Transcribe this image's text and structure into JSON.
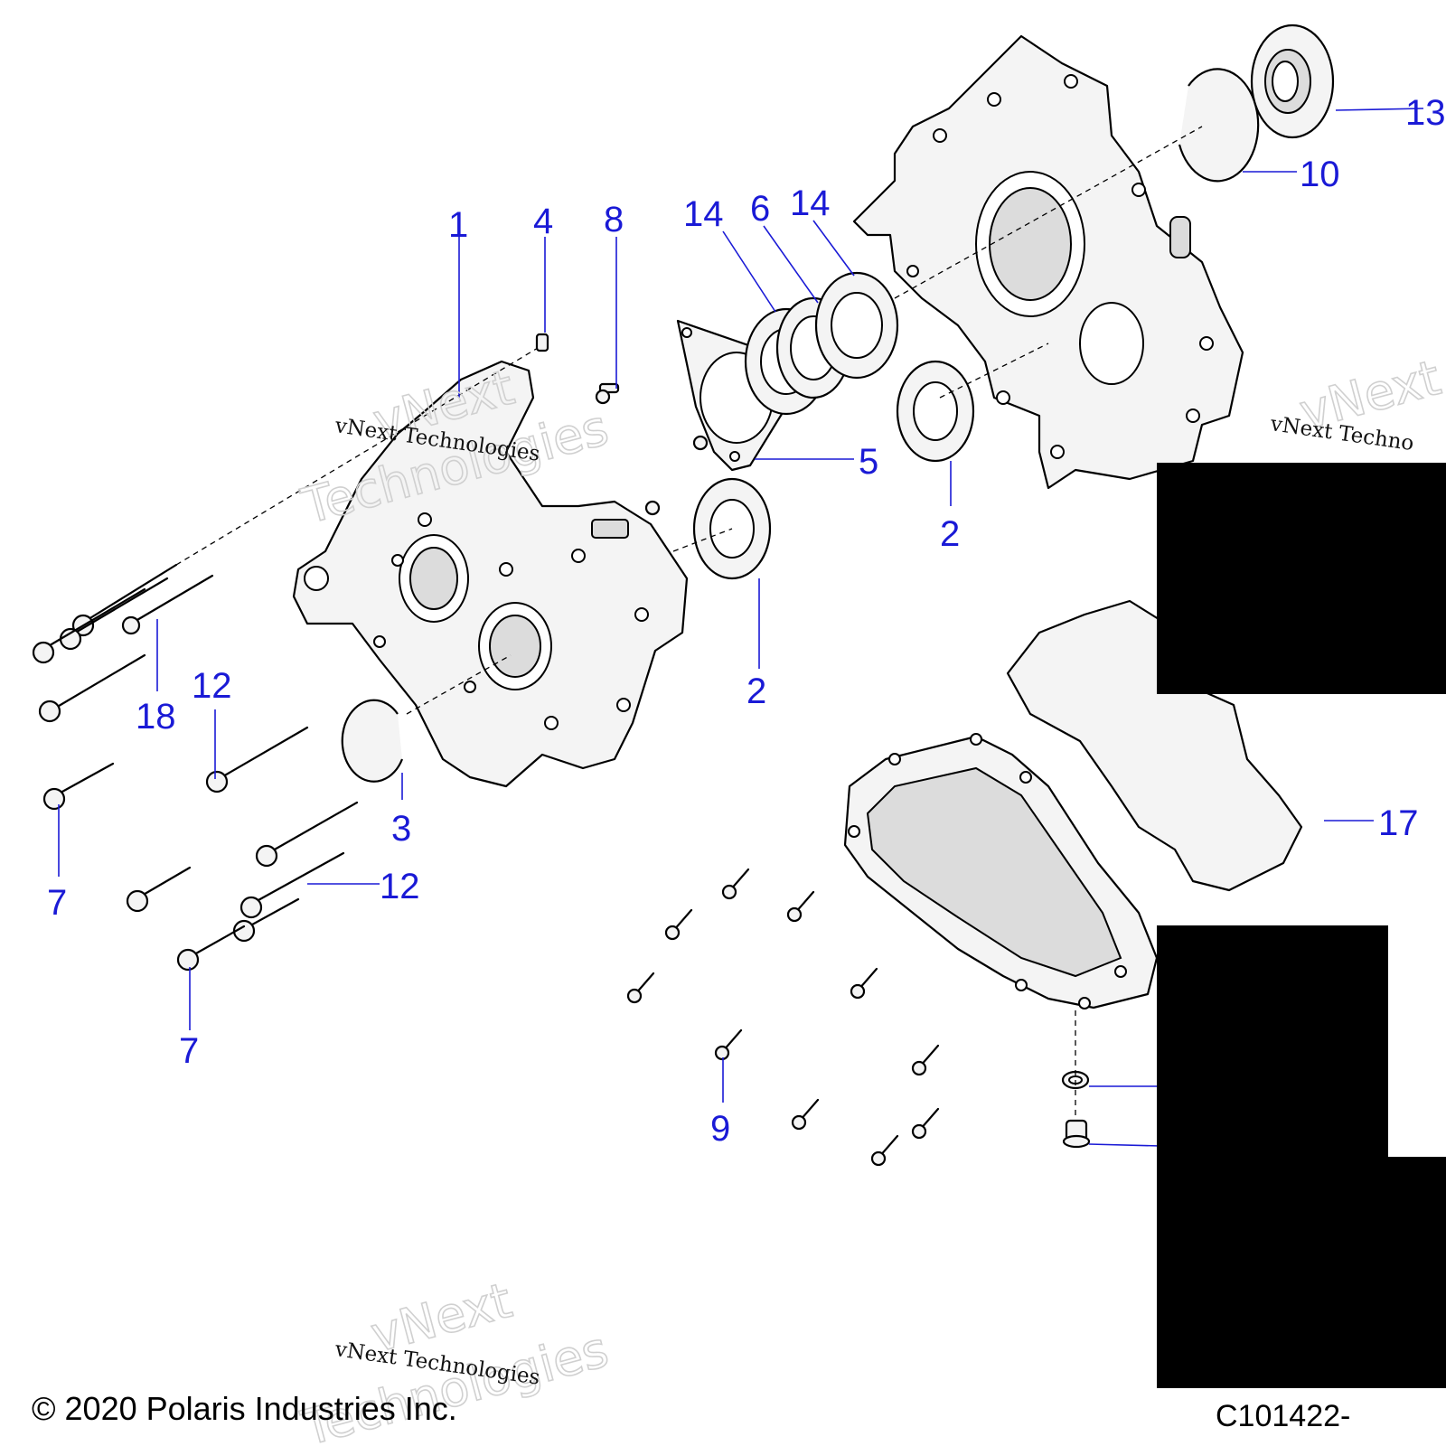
{
  "callouts": [
    {
      "id": "c1",
      "label": "1"
    },
    {
      "id": "c4",
      "label": "4"
    },
    {
      "id": "c8",
      "label": "8"
    },
    {
      "id": "c14a",
      "label": "14"
    },
    {
      "id": "c6",
      "label": "6"
    },
    {
      "id": "c14b",
      "label": "14"
    },
    {
      "id": "c13",
      "label": "13"
    },
    {
      "id": "c10",
      "label": "10"
    },
    {
      "id": "c5",
      "label": "5"
    },
    {
      "id": "c2a",
      "label": "2"
    },
    {
      "id": "c2b",
      "label": "2"
    },
    {
      "id": "c18",
      "label": "18"
    },
    {
      "id": "c12a",
      "label": "12"
    },
    {
      "id": "c3",
      "label": "3"
    },
    {
      "id": "c7a",
      "label": "7"
    },
    {
      "id": "c12b",
      "label": "12"
    },
    {
      "id": "c7b",
      "label": "7"
    },
    {
      "id": "c17",
      "label": "17"
    },
    {
      "id": "c9",
      "label": "9"
    }
  ],
  "watermark": {
    "brand": "vNext",
    "brand2": "Technologies",
    "caption": "vNext Technologies",
    "caption_partial": "vNext Techno"
  },
  "footer": {
    "copyright": "© 2020 Polaris Industries Inc.",
    "code": "C101422-"
  },
  "colors": {
    "callout": "#1a1ad6",
    "redaction": "#000000"
  }
}
